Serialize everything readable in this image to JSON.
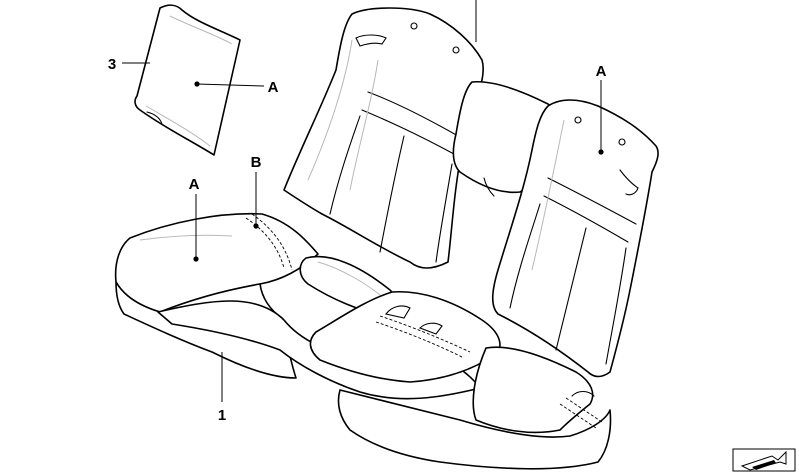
{
  "labels": {
    "part_1": "1",
    "part_3": "3",
    "marker_a_cover": "A",
    "marker_a_cushion": "A",
    "marker_a_backrest": "A",
    "marker_b": "B"
  },
  "icons": {
    "corner": "arrow-icon"
  }
}
